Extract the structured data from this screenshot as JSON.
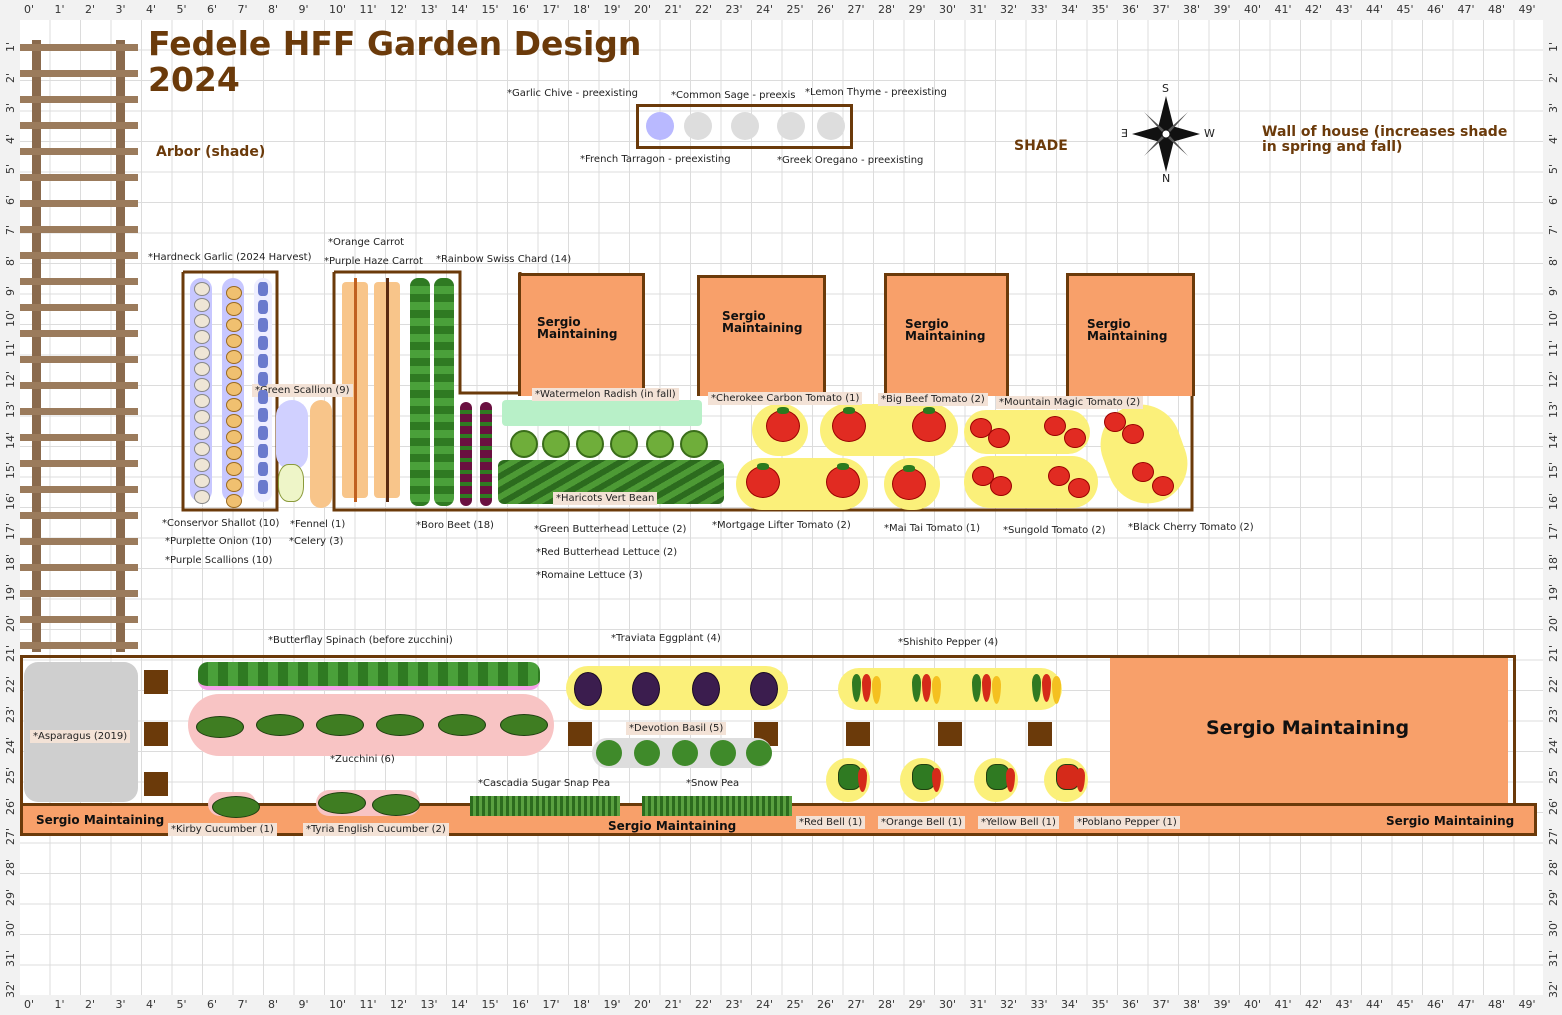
{
  "ruler": {
    "h": [
      "0'",
      "1'",
      "2'",
      "3'",
      "4'",
      "5'",
      "6'",
      "7'",
      "8'",
      "9'",
      "10'",
      "11'",
      "12'",
      "13'",
      "14'",
      "15'",
      "16'",
      "17'",
      "18'",
      "19'",
      "20'",
      "21'",
      "22'",
      "23'",
      "24'",
      "25'",
      "26'",
      "27'",
      "28'",
      "29'",
      "30'",
      "31'",
      "32'",
      "33'",
      "34'",
      "35'",
      "36'",
      "37'",
      "38'",
      "39'",
      "40'",
      "41'",
      "42'",
      "43'",
      "44'",
      "45'",
      "46'",
      "47'",
      "48'",
      "49'"
    ],
    "v": [
      "1'",
      "2'",
      "3'",
      "4'",
      "5'",
      "6'",
      "7'",
      "8'",
      "9'",
      "10'",
      "11'",
      "12'",
      "13'",
      "14'",
      "15'",
      "16'",
      "17'",
      "18'",
      "19'",
      "20'",
      "21'",
      "22'",
      "23'",
      "24'",
      "25'",
      "26'",
      "27'",
      "28'",
      "29'",
      "30'",
      "31'",
      "32'"
    ]
  },
  "title": {
    "line1": "Fedele HFF Garden Design",
    "line2": "2024"
  },
  "notes": {
    "arbor": "Arbor (shade)",
    "shade": "SHADE",
    "wall": "Wall of house (increases shade in spring and fall)"
  },
  "compass": {
    "s": "S",
    "n": "N",
    "e": "E",
    "w": "W"
  },
  "herbs": {
    "garlic_chive": "*Garlic Chive - preexisting",
    "common_sage": "*Common Sage - preexis",
    "lemon_thyme": "*Lemon Thyme - preexisting",
    "french_tarragon": "*French Tarragon - preexisting",
    "greek_oregano": "*Greek Oregano - preexisting"
  },
  "sergio": "Sergio Maintaining",
  "labels": {
    "orange_carrot": "*Orange Carrot",
    "purple_haze": "*Purple Haze Carrot",
    "garlic": "*Hardneck Garlic (2024 Harvest)",
    "chard": "*Rainbow Swiss Chard (14)",
    "scallion": "*Green Scallion (9)",
    "watermelon_radish": "*Watermelon Radish (in fall)",
    "cherokee": "*Cherokee Carbon Tomato (1)",
    "big_beef": "*Big Beef Tomato (2)",
    "mountain_magic": "*Mountain Magic Tomato (2)",
    "haricots": "*Haricots Vert Bean",
    "shallot": "*Conservor Shallot (10)",
    "onion": "*Purplette Onion (10)",
    "purple_scallions": "*Purple Scallions (10)",
    "fennel": "*Fennel (1)",
    "celery": "*Celery (3)",
    "beet": "*Boro Beet (18)",
    "green_butter": "*Green Butterhead Lettuce (2)",
    "red_butter": "*Red Butterhead Lettuce (2)",
    "romaine": "*Romaine Lettuce (3)",
    "mortgage": "*Mortgage Lifter Tomato (2)",
    "mai_tai": "*Mai Tai Tomato (1)",
    "sungold": "*Sungold Tomato (2)",
    "black_cherry": "*Black Cherry Tomato (2)",
    "spinach": "*Butterflay Spinach (before zucchini)",
    "eggplant": "*Traviata Eggplant (4)",
    "shishito": "*Shishito Pepper (4)",
    "asparagus": "*Asparagus (2019)",
    "basil": "*Devotion Basil (5)",
    "zucchini": "*Zucchini (6)",
    "snap_pea": "*Cascadia Sugar Snap Pea",
    "snow_pea": "*Snow Pea",
    "kirby": "*Kirby Cucumber (1)",
    "tyria": "*Tyria English Cucumber (2)",
    "red_bell": "*Red Bell (1)",
    "orange_bell": "*Orange Bell (1)",
    "yellow_bell": "*Yellow Bell (1)",
    "poblano": "*Poblano Pepper (1)"
  },
  "colors": {
    "bed_border": "#6b3a0a",
    "sergio_fill": "#f8a06a",
    "title": "#6b3a0a",
    "highlight_yellow": "#fbf07a"
  }
}
